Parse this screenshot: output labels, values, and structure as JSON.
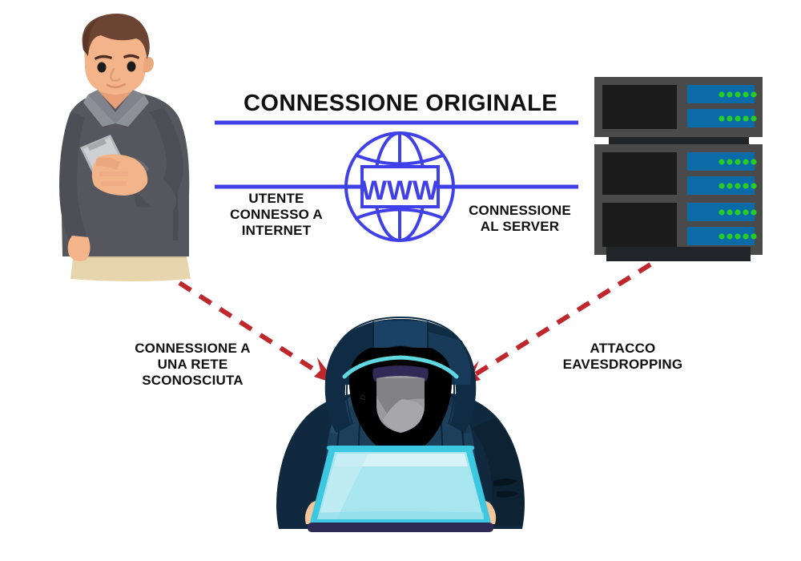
{
  "diagram": {
    "title": "CONNESSIONE ORIGINALE",
    "globe_label": "WWW",
    "labels": {
      "user_internet": "UTENTE\nCONNESSO A\nINTERNET",
      "server_connection": "CONNESSIONE\nAL SERVER",
      "unknown_network": "CONNESSIONE A\nUNA RETE\nSCONOSCIUTA",
      "eavesdropping_attack": "ATTACCO\nEAVESDROPPING"
    },
    "actors": {
      "user": "man-with-smartphone",
      "server": "server-rack",
      "attacker": "hooded-hacker-with-laptop"
    },
    "connections": [
      {
        "name": "original-connection-top-line",
        "style": "solid",
        "color": "#4040e8"
      },
      {
        "name": "original-connection-bottom-line",
        "style": "solid",
        "color": "#4040e8"
      },
      {
        "name": "user-to-attacker-arrow",
        "style": "dashed",
        "color": "#c0272d",
        "direction": "user-to-attacker"
      },
      {
        "name": "server-to-attacker-arrow",
        "style": "dashed",
        "color": "#c0272d",
        "direction": "server-to-attacker"
      }
    ],
    "server_rack": {
      "units": 3,
      "leds_per_bar": 5,
      "bars_per_unit": 2,
      "led_color": "#27cc27",
      "bar_color": "#0b6ba8",
      "chassis_color": "#4a4a4a",
      "screen_color": "#1c1c1c"
    },
    "colors": {
      "accent_blue": "#4040e8",
      "alert_red": "#c0272d",
      "text": "#111111",
      "background": "#ffffff",
      "hoodie_dark": "#0c2133",
      "hoodie_mid": "#183f5e",
      "hoodie_cyan_trim": "#5fd8e0",
      "laptop_screen": "#a8e6ef",
      "laptop_base": "#2e2a56",
      "skin": "#f3b48a",
      "sweater": "#55565e",
      "pants": "#e6d5ad",
      "hair": "#6b4434"
    }
  }
}
